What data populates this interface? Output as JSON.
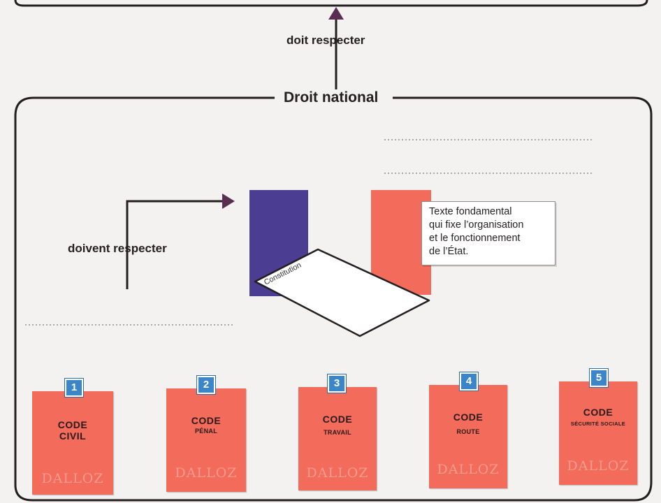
{
  "labels": {
    "doit_respecter": "doit respecter",
    "droit_national": "Droit national",
    "doivent_respecter": "doivent respecter"
  },
  "constitution": {
    "paper_label": "Constitution",
    "description_lines": [
      "Texte fondamental",
      "qui fixe l’organisation",
      "et le fonctionnement",
      "de l’État."
    ]
  },
  "codes": [
    {
      "number": "1",
      "title": "CODE",
      "subtitle": "CIVIL",
      "publisher": "DALLOZ"
    },
    {
      "number": "2",
      "title": "CODE",
      "subtitle": "PÉNAL",
      "publisher": "DALLOZ"
    },
    {
      "number": "3",
      "title": "CODE",
      "subtitle": "TRAVAIL",
      "publisher": "DALLOZ"
    },
    {
      "number": "4",
      "title": "CODE",
      "subtitle": "ROUTE",
      "publisher": "DALLOZ"
    },
    {
      "number": "5",
      "title": "CODE",
      "subtitle": "SÉCURITÉ SOCIALE",
      "publisher": "DALLOZ"
    }
  ],
  "colors": {
    "flag_blue": "#4b3d92",
    "flag_red": "#f26b5b",
    "arrow": "#5a2d52",
    "frame": "#231f20",
    "badge": "#3a86c8"
  }
}
